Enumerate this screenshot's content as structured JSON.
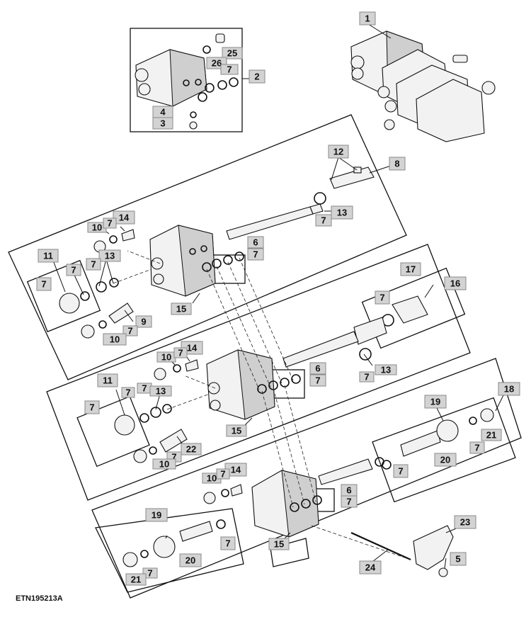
{
  "document_id": "ETN195213A",
  "callouts": [
    "1",
    "2",
    "3",
    "4",
    "5",
    "6",
    "7",
    "8",
    "9",
    "10",
    "11",
    "12",
    "13",
    "14",
    "15",
    "16",
    "17",
    "18",
    "19",
    "20",
    "21",
    "22",
    "23",
    "24",
    "25",
    "26"
  ]
}
